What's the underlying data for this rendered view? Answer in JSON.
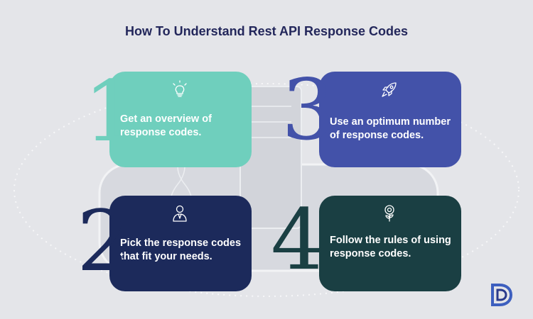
{
  "title": "How To Understand Rest API Response Codes",
  "steps": [
    {
      "number": "1",
      "text": "Get an overview of response codes.",
      "icon": "lightbulb-icon",
      "color": "#6fcfbd"
    },
    {
      "number": "2",
      "text": "Pick the response codes that fit your needs.",
      "icon": "person-icon",
      "color": "#1c2a5b"
    },
    {
      "number": "3",
      "text": "Use an optimum number of response codes.",
      "icon": "rocket-icon",
      "color": "#4352a9"
    },
    {
      "number": "4",
      "text": "Follow the rules of using response codes.",
      "icon": "flower-icon",
      "color": "#1a3f43"
    }
  ],
  "logo": "dd-logo-icon",
  "colors": {
    "title": "#23275b",
    "background": "#e4e5e9"
  }
}
